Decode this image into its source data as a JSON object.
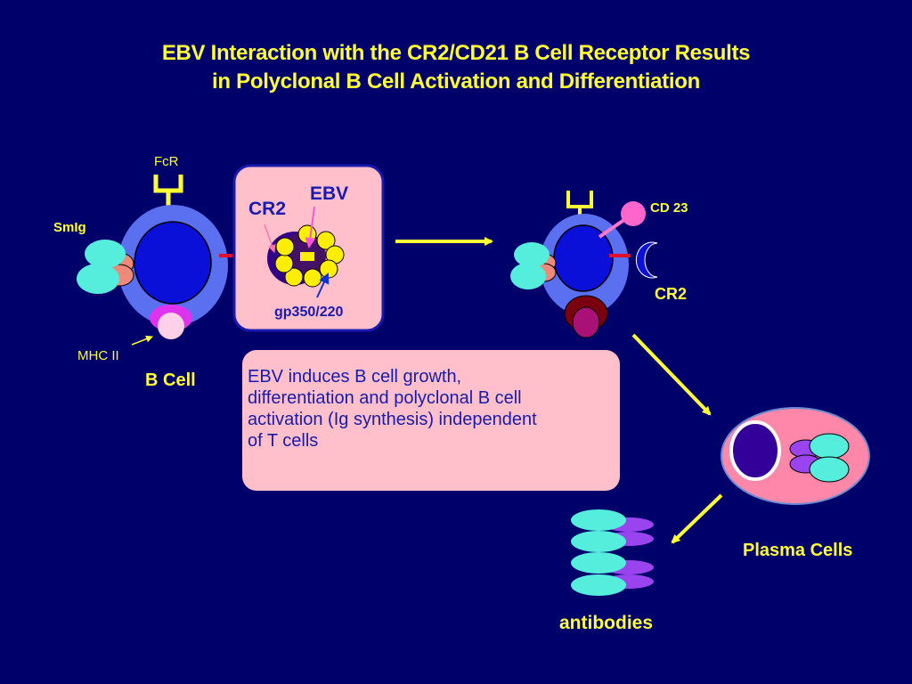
{
  "title": {
    "line1": "EBV Interaction with the CR2/CD21 B Cell Receptor Results",
    "line2": "in  Polyclonal B Cell Activation and Differentiation"
  },
  "b_cell": {
    "label": "B Cell",
    "fcr_label": "FcR",
    "smig_label": "SmIg",
    "mhc_label": "MHC II"
  },
  "ebv_panel": {
    "cr2_label": "CR2",
    "ebv_label": "EBV",
    "gp_label": "gp350/220"
  },
  "activated_cell": {
    "cd23_label": "CD 23",
    "cr2_label": "CR2"
  },
  "note": {
    "lines": [
      "EBV induces B cell growth,",
      "differentiation  and polyclonal B cell",
      "activation (Ig synthesis) independent",
      "of T cells"
    ]
  },
  "plasma": {
    "label": "Plasma Cells"
  },
  "antibodies": {
    "label": "antibodies"
  },
  "colors": {
    "background": "#00006b",
    "title": "#ffff33",
    "membrane": "#5a70f0",
    "nucleus": "#0a10d8",
    "receptor_teal": "#55eedd",
    "panel_pink": "#ffc0cb"
  }
}
